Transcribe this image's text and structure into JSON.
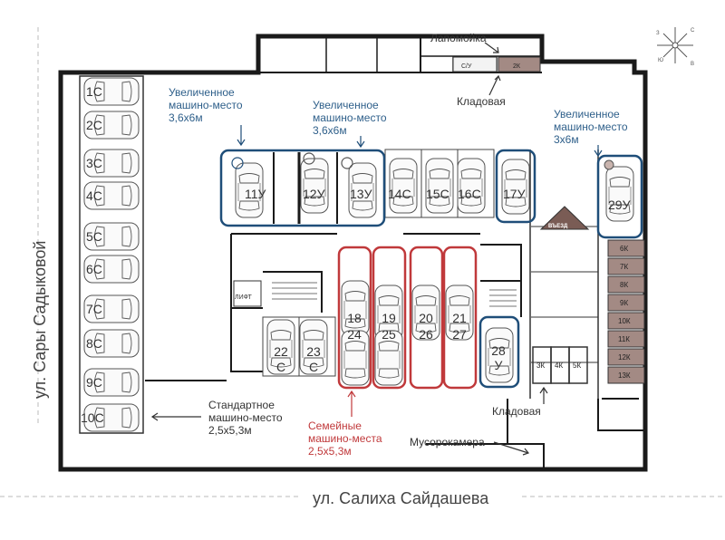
{
  "streets": {
    "left": "ул. Сары Садыковой",
    "bottom": "ул. Салиха Сайдашева"
  },
  "rooms": {
    "lapomoyka": "Лапомойка",
    "kladovaya_top": "Кладовая",
    "kladovaya_bottom": "Кладовая",
    "musorokamera": "Мусорокамера",
    "lift": "ЛИФТ",
    "su": "С/У",
    "vezd": "ВЪЕЗД",
    "storage_top": "2К"
  },
  "legend": {
    "enlarged_1": [
      "Увеличенное",
      "машино-место",
      "3,6х6м"
    ],
    "enlarged_2": [
      "Увеличенное",
      "машино-место",
      "3,6х6м"
    ],
    "enlarged_3": [
      "Увеличенное",
      "машино-место",
      "3х6м"
    ],
    "standard": [
      "Стандартное",
      "машино-место",
      "2,5х5,3м"
    ],
    "family": [
      "Семейные",
      "машино-места",
      "2,5х5,3м"
    ]
  },
  "spots_left": [
    "1С",
    "2С",
    "3С",
    "4С",
    "5С",
    "6С",
    "7С",
    "8С",
    "9С",
    "10С"
  ],
  "spots_top": [
    "11У",
    "12У",
    "13У",
    "14С",
    "15С",
    "16С",
    "17У",
    "29У"
  ],
  "spots_middle": [
    [
      "22",
      "С"
    ],
    [
      "23",
      "С"
    ],
    [
      "18",
      "24"
    ],
    [
      "19",
      "25"
    ],
    [
      "20",
      "26"
    ],
    [
      "21",
      "27"
    ],
    [
      "28",
      "У"
    ]
  ],
  "storage_right": [
    "6К",
    "7К",
    "8К",
    "9К",
    "10К",
    "11К",
    "12К",
    "13К"
  ],
  "storage_bottom": [
    "3К",
    "4К",
    "5К"
  ],
  "compass": [
    "С",
    "З",
    "Ю",
    "В"
  ],
  "colors": {
    "wall": "#1a1a1a",
    "enlarged": "#1f4e79",
    "family": "#c0393b",
    "storage_fill": "#a38a84",
    "label_blue": "#2e5f8a",
    "label_red": "#c0393b"
  }
}
